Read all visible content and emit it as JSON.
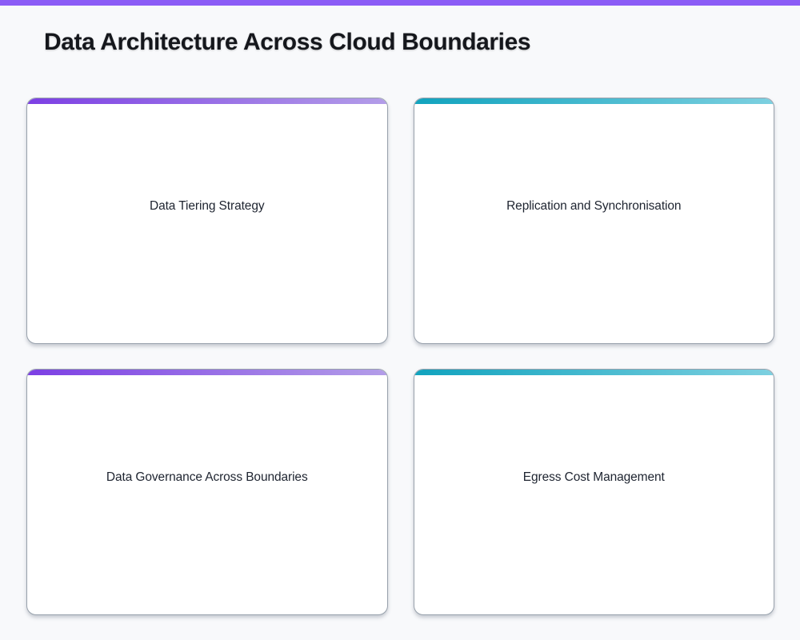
{
  "page": {
    "title": "Data Architecture Across Cloud Boundaries"
  },
  "theme": {
    "top_bar_color": "#8B5CF6",
    "background_color": "#F8F9FB",
    "card_background": "#FFFFFF",
    "card_border_color": "#98A1AC",
    "purple_gradient_start": "#7C3FE4",
    "purple_gradient_end": "#B39DE8",
    "teal_gradient_start": "#11A3BE",
    "teal_gradient_end": "#7DD0E0"
  },
  "cards": [
    {
      "title": "Data Tiering Strategy",
      "accent": "purple"
    },
    {
      "title": "Replication and Synchronisation",
      "accent": "teal"
    },
    {
      "title": "Data Governance Across Boundaries",
      "accent": "purple"
    },
    {
      "title": "Egress Cost Management",
      "accent": "teal"
    }
  ]
}
